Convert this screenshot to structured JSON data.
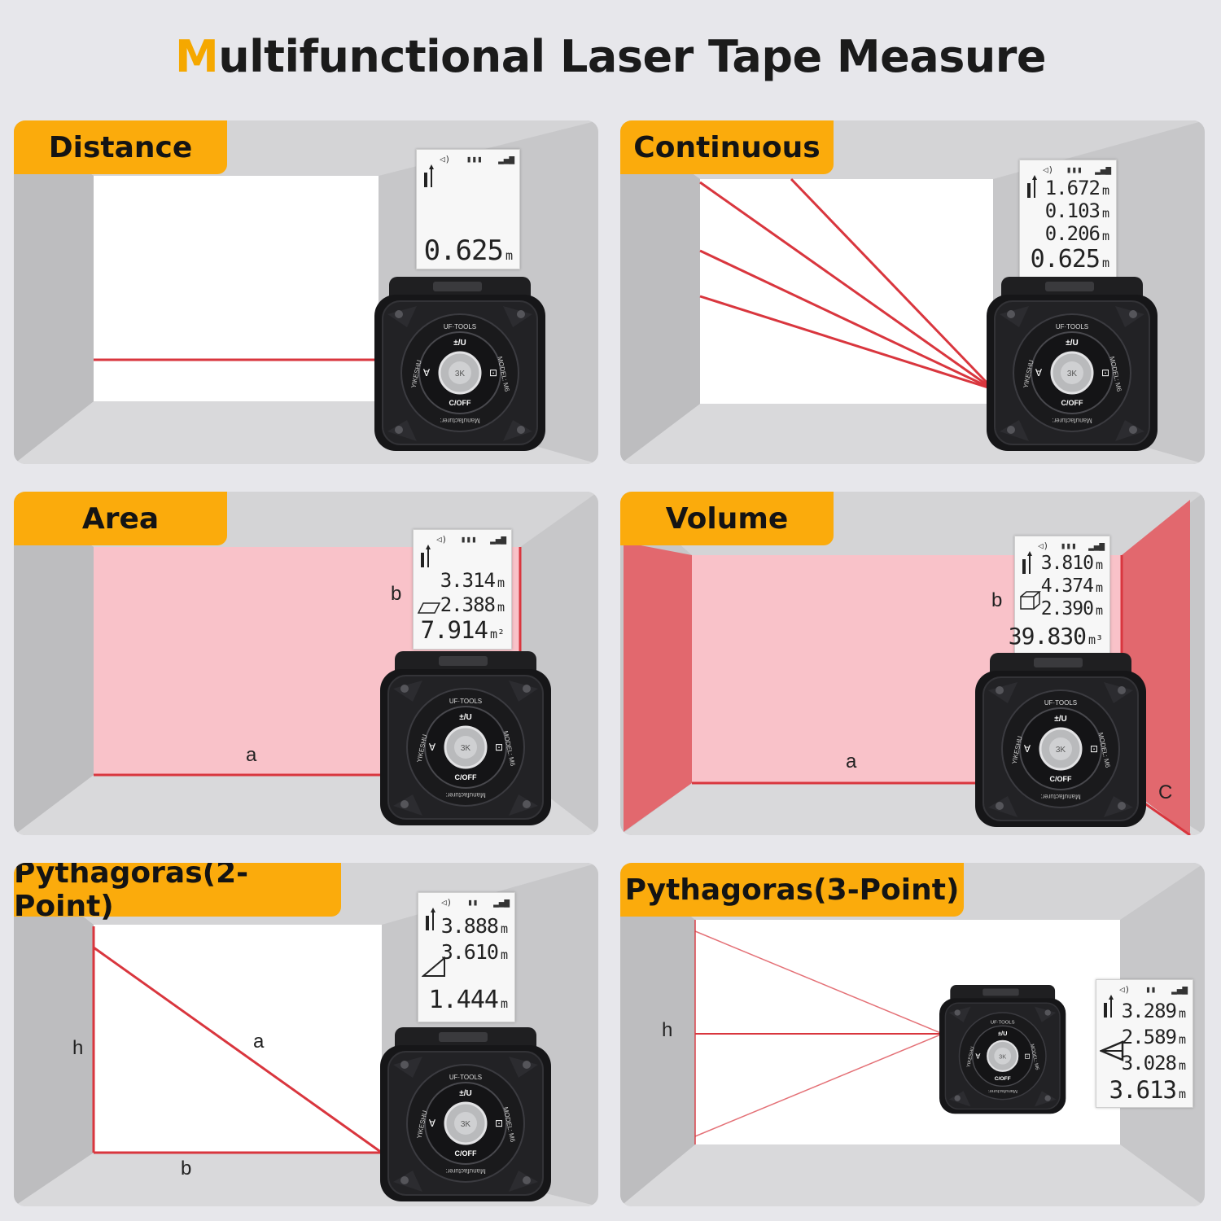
{
  "title": {
    "first_letter": "M",
    "rest": "ultifunctional Laser Tape Measure"
  },
  "colors": {
    "accent": "#fbab0c",
    "title_first": "#f5a800",
    "laser": "#d9363e",
    "area_fill": "#f9c2c9",
    "wall_fill": "#e2686e"
  },
  "device": {
    "brand": "UF·TOOLS",
    "btn_top": "±/U",
    "btn_bottom": "C/OFF",
    "center": "3K",
    "side_left": "YIKESHU",
    "side_right": "MODEL: M6",
    "bottom_arc": "Manufacturer:"
  },
  "panels": {
    "distance": {
      "label": "Distance",
      "readings": [
        {
          "value": "0.625",
          "unit": "m"
        }
      ]
    },
    "continuous": {
      "label": "Continuous",
      "readings": [
        {
          "value": "1.672",
          "unit": "m"
        },
        {
          "value": "0.103",
          "unit": "m"
        },
        {
          "value": "0.206",
          "unit": "m"
        },
        {
          "value": "0.625",
          "unit": "m"
        }
      ]
    },
    "area": {
      "label": "Area",
      "side_a": "a",
      "side_b": "b",
      "readings": [
        {
          "value": "3.314",
          "unit": "m"
        },
        {
          "value": "2.388",
          "unit": "m"
        },
        {
          "value": "7.914",
          "unit": "m²"
        }
      ]
    },
    "volume": {
      "label": "Volume",
      "side_a": "a",
      "side_b": "b",
      "side_c": "C",
      "readings": [
        {
          "value": "3.810",
          "unit": "m"
        },
        {
          "value": "4.374",
          "unit": "m"
        },
        {
          "value": "2.390",
          "unit": "m"
        },
        {
          "value": "39.830",
          "unit": "m³"
        }
      ]
    },
    "pyth2": {
      "label": "Pythagoras(2-Point)",
      "side_h": "h",
      "side_a": "a",
      "side_b": "b",
      "readings": [
        {
          "value": "3.888",
          "unit": "m"
        },
        {
          "value": "3.610",
          "unit": "m"
        },
        {
          "value": "1.444",
          "unit": "m"
        }
      ]
    },
    "pyth3": {
      "label": "Pythagoras(3-Point)",
      "side_h": "h",
      "readings": [
        {
          "value": "3.289",
          "unit": "m"
        },
        {
          "value": "2.589",
          "unit": "m"
        },
        {
          "value": "3.028",
          "unit": "m"
        },
        {
          "value": "3.613",
          "unit": "m"
        }
      ]
    }
  }
}
